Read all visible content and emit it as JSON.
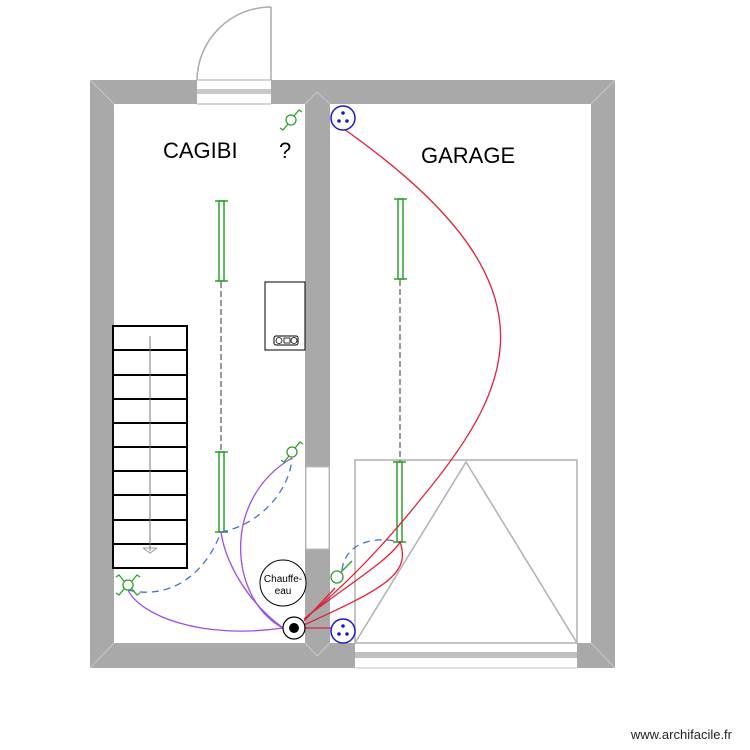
{
  "plan": {
    "rooms": [
      {
        "name": "CAGIBI",
        "label": "CAGIBI"
      },
      {
        "name": "GARAGE",
        "label": "GARAGE"
      }
    ],
    "question_mark": "?",
    "water_heater": {
      "line1": "Chauffe-",
      "line2": "eau"
    },
    "stairs_steps": 10
  },
  "colors": {
    "wall": "#a9a9a9",
    "light_switch": "#2ca02c",
    "outlet": "#1a1acc",
    "power_wire": "#e0203a",
    "light_wire": "#9b4fe0",
    "switch_dash": "#4a6fd0"
  },
  "watermark": "www.archifacile.fr"
}
